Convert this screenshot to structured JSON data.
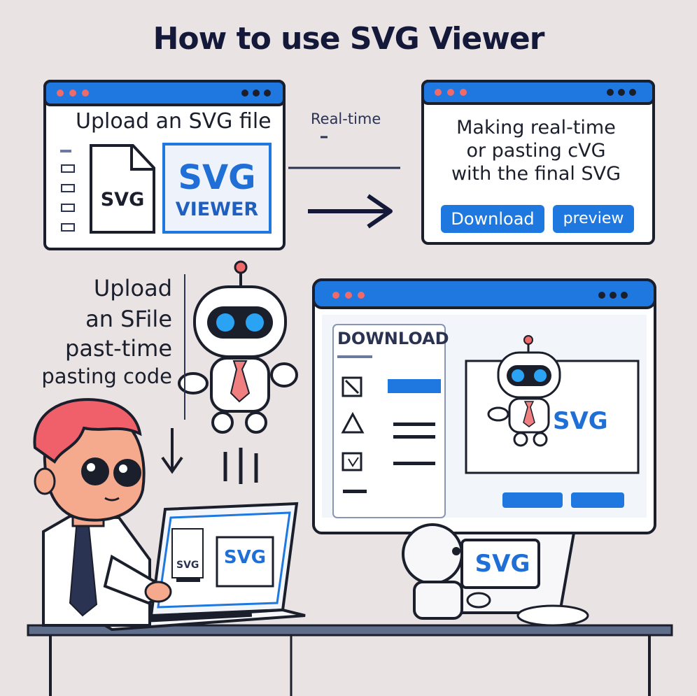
{
  "title": "How to use SVG Viewer",
  "steps": {
    "upload_heading": "Upload an SVG file",
    "connector_label": "Real-time",
    "result_text": [
      "Making real-time",
      "or pasting cVG",
      "with the final SVG"
    ]
  },
  "upload_window": {
    "document_label": "SVG",
    "viewer_logo": {
      "primary": "SVG",
      "secondary": "VIEWER"
    }
  },
  "result_window": {
    "download_button": "Download",
    "preview_button": "preview"
  },
  "side_caption": [
    "Upload",
    "an SFile",
    "past-time",
    "pasting code"
  ],
  "monitor": {
    "panel_heading": "DOWNLOAD",
    "screen_label": "SVG",
    "card_label": "SVG"
  },
  "laptop": {
    "screen_label": "SVG",
    "doc_label": "SVG"
  },
  "colors": {
    "background": "#e9e3e4",
    "accent_blue": "#1f78e0",
    "dark_navy": "#14193a",
    "window_dot_red": "#f06a6a",
    "skin": "#f5a98d",
    "hair": "#f0606a",
    "robot_eye": "#2aa3f5",
    "tie": "#f08080"
  },
  "icons": [
    "window-dots-icon",
    "arrow-right-icon",
    "arrow-down-icon",
    "document-icon",
    "robot-figure",
    "person-figure",
    "laptop-figure",
    "monitor-figure"
  ]
}
